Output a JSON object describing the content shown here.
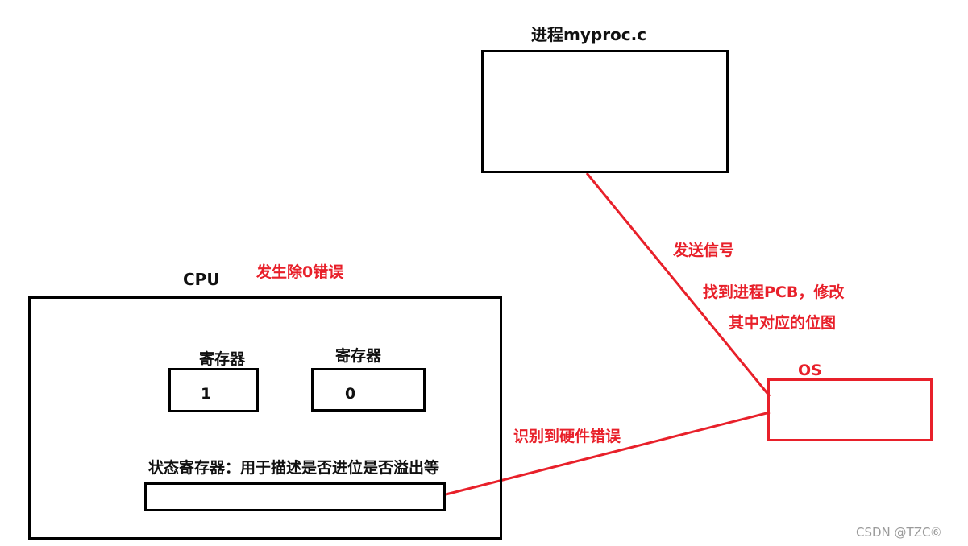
{
  "process": {
    "title": "进程myproc.c"
  },
  "cpu": {
    "title": "CPU",
    "event": "发生除0错误",
    "register_1": {
      "label": "寄存器",
      "value": "1"
    },
    "register_2": {
      "label": "寄存器",
      "value": "0"
    },
    "status_register": {
      "label": "状态寄存器：用于描述是否进位是否溢出等"
    }
  },
  "os": {
    "title": "OS"
  },
  "edges": {
    "hardware_error": "识别到硬件错误",
    "send_signal": "发送信号",
    "modify_pcb_line1": "找到进程PCB，修改",
    "modify_pcb_line2": "其中对应的位图"
  },
  "watermark": "CSDN @TZC⑥",
  "colors": {
    "red": "#e8202a",
    "black": "#000000"
  }
}
